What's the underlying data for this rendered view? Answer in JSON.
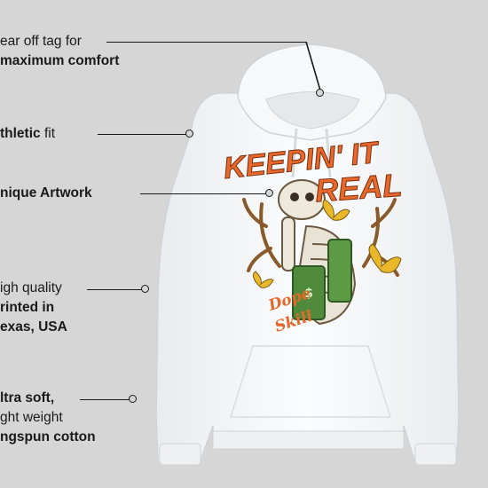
{
  "features": [
    {
      "lines": [
        {
          "normal": "ear off tag for"
        },
        {
          "bold": "maximum comfort"
        }
      ]
    },
    {
      "lines": [
        {
          "bold": "thletic",
          "normal": " fit"
        }
      ]
    },
    {
      "lines": [
        {
          "bold": "nique Artwork"
        }
      ]
    },
    {
      "lines": [
        {
          "normal": "igh quality"
        },
        {
          "bold": "rinted in"
        },
        {
          "bold": "exas, USA"
        }
      ]
    },
    {
      "lines": [
        {
          "bold": "ltra soft,"
        },
        {
          "normal": "ght weight"
        },
        {
          "bold": "ngspun cotton"
        }
      ]
    }
  ],
  "artwork": {
    "headline_1": "KEEPIN' IT",
    "headline_2": "REAL",
    "script_1": "Dope",
    "script_2": "Skill"
  },
  "colors": {
    "background": "#d6d6d6",
    "hoodie": "#f4f6f8",
    "accent_orange": "#e8672a",
    "accent_green": "#4f8b3a",
    "accent_yellow": "#e9b82a",
    "branch_brown": "#8a5a2b",
    "line": "#1a1a1a"
  }
}
